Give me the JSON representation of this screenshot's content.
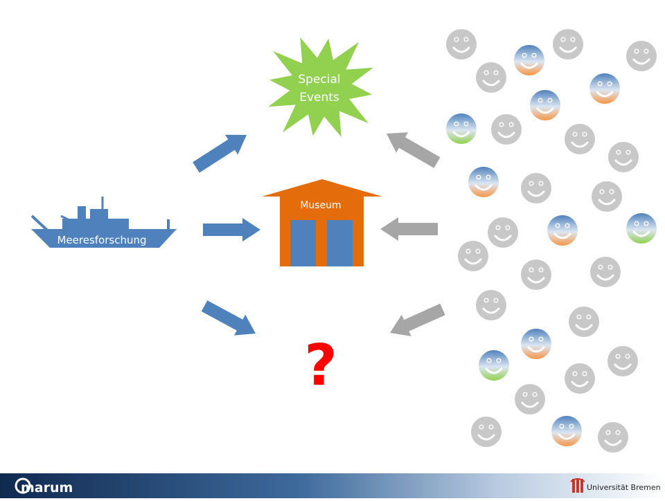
{
  "slide": {
    "ship_label": "Meeresforschung",
    "museum_label": "Museum",
    "event_label_line1": "Special",
    "event_label_line2": "Events",
    "unknown_symbol": "?"
  },
  "footer": {
    "left_logo_text": "marum",
    "right_logo_text": "Universität Bremen"
  },
  "colors": {
    "blue": "#4f81bd",
    "gray": "#a6a6a6",
    "orange": "#e46c0a",
    "green": "#92d050",
    "red": "#ff0000",
    "face_gray": "#c8c8c8"
  }
}
